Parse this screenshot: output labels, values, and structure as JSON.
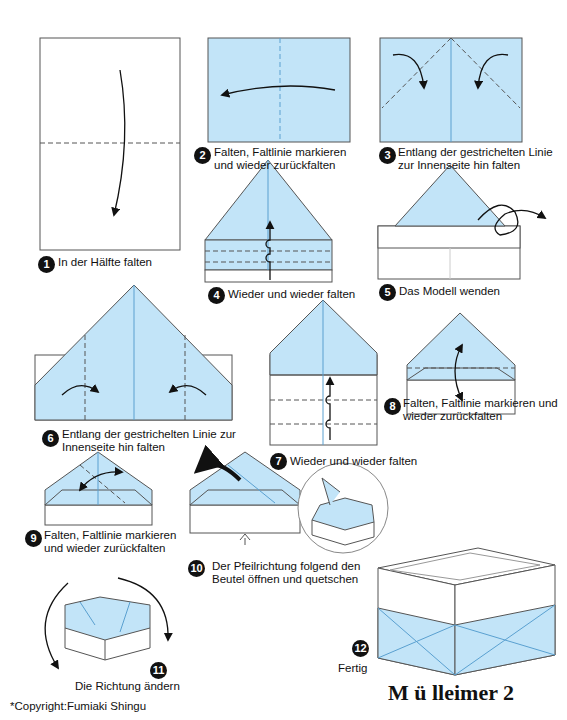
{
  "diagram": {
    "title": "M ü lleimer 2",
    "labels": [
      "1",
      "In der Hälfte falten",
      "2",
      "Falten, Faltlinie markieren und wieder zurückfalten",
      "3",
      "Entlang der gestrichelten Linie zur Innenseite hin falten",
      "4",
      "Wieder und wieder falten",
      "5",
      "Das Modell wenden",
      "6",
      "Entlang der gestrichelten Linie zur Innenseite hin falten",
      "7",
      "Wieder und wieder falten",
      "8",
      "Falten, Faltlinie markieren und wieder zurückfalten",
      "9",
      "Falten, Faltlinie markieren und wieder zurückfalten",
      "10",
      "Der Pfeilrichtung folgend den Beutel öffnen und quetschen",
      "11",
      "Die Richtung ändern",
      "12",
      "Fertig",
      "*Copyright:Fumiaki Shingu"
    ]
  }
}
